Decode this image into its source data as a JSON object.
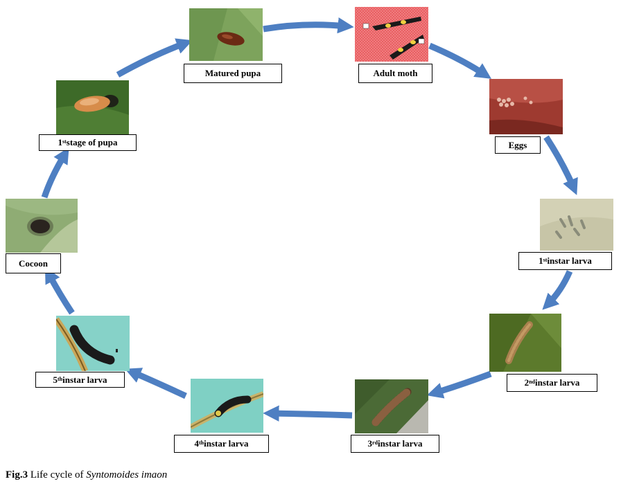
{
  "caption": {
    "figure_number": "Fig.3",
    "text": "Life cycle of",
    "species": "Syntomoides imaon"
  },
  "colors": {
    "arrow": "#4e7fc2",
    "label_border": "#000000"
  },
  "stages": [
    {
      "id": "matured-pupa",
      "main": "Matured pupa",
      "sup": "",
      "rest": ""
    },
    {
      "id": "adult-moth",
      "main": "Adult moth",
      "sup": "",
      "rest": ""
    },
    {
      "id": "eggs",
      "main": "Eggs",
      "sup": "",
      "rest": ""
    },
    {
      "id": "1st-instar-larva",
      "main": "1",
      "sup": "st",
      "rest": " instar larva"
    },
    {
      "id": "2nd-instar-larva",
      "main": "2",
      "sup": "nd",
      "rest": " instar larva"
    },
    {
      "id": "3rd-instar-larva",
      "main": "3",
      "sup": "rd",
      "rest": " instar larva"
    },
    {
      "id": "4th-instar-larva",
      "main": "4",
      "sup": "th",
      "rest": " instar larva"
    },
    {
      "id": "5th-instar-larva",
      "main": "5",
      "sup": "th",
      "rest": " instar larva"
    },
    {
      "id": "cocoon",
      "main": "Cocoon",
      "sup": "",
      "rest": ""
    },
    {
      "id": "1st-stage-of-pupa",
      "main": "1",
      "sup": "st",
      "rest": " stage of pupa"
    }
  ]
}
